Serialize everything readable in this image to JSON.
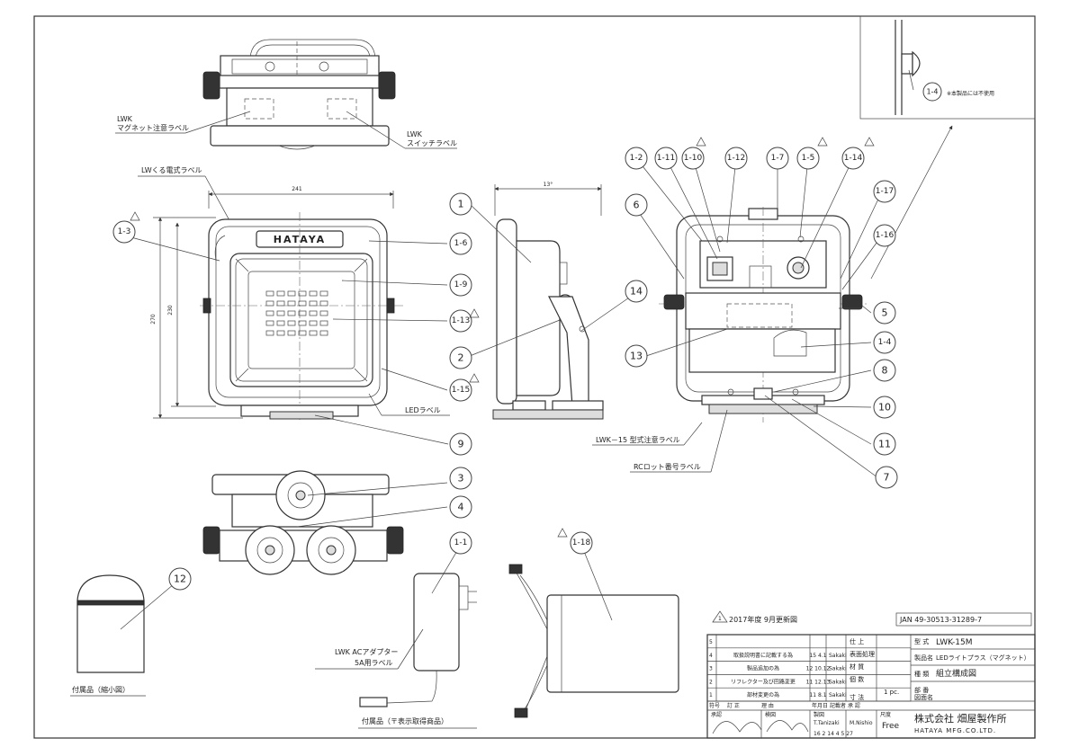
{
  "callouts": [
    "1",
    "2",
    "3",
    "4",
    "5",
    "6",
    "7",
    "8",
    "9",
    "10",
    "11",
    "12",
    "13",
    "14",
    "1-1",
    "1-2",
    "1-3",
    "1-4",
    "1-5",
    "1-6",
    "1-7",
    "1-9",
    "1-10",
    "1-11",
    "1-12",
    "1-13",
    "1-14",
    "1-15",
    "1-16",
    "1-17",
    "1-18"
  ],
  "labels": {
    "lwk_magnet_label_1": "LWK",
    "lwk_magnet_label_2": "マグネット注意ラベル",
    "lwk_switch_label_1": "LWK",
    "lwk_switch_label_2": "スイッチラベル",
    "lw_rating_label": "LWくる電式ラベル",
    "led_label": "LEDラベル",
    "lwk15_caution_label": "LWK－15 型式注意ラベル",
    "rc_lot_label": "RCロット番号ラベル",
    "adapter_label_1": "LWK ACアダプター",
    "adapter_label_2": "5A用ラベル",
    "accessory_reduced": "付属品（縮小図）",
    "accessory_pse": "付属品（〒表示取得商品）",
    "not_used_note": "※本製品には不使用",
    "logo_text": "HATAYA"
  },
  "dimensions": {
    "width": "241",
    "height_outer": "270",
    "height_inner": "230",
    "depth": "13°"
  },
  "revision_note": "2017年度 9月更新図",
  "jan_code": "JAN  49-30513-31289-7",
  "title_block": {
    "model_label": "型 式",
    "model_value": "LWK-15M",
    "product_label": "製品名",
    "product_value": "LEDライトプラス（マグネット）",
    "type_label": "種 類",
    "type_value": "組立構成図",
    "part_no_label": "部 番",
    "drawing_no_label": "図面名",
    "finish_label": "仕 上",
    "surface_label": "表面処理",
    "material_label": "材 質",
    "quantity_label": "個 数",
    "quantity_value": "1 pc.",
    "dimension_label": "寸 法",
    "scale_label": "尺度",
    "scale_value": "Free",
    "company_jp": "株式会社 畑屋製作所",
    "company_en": "HATAYA MFG.CO.LTD.",
    "drawn_label": "製図",
    "drawn_value": "T.Tanizaki",
    "checked_label": "検図",
    "approved_label": "承認",
    "checked_value": "M.Nishio",
    "date_value": "16  2  14  4  5  27",
    "header_row": [
      "符号",
      "訂 正",
      "理 由",
      "年月日",
      "記載者",
      "承 認"
    ],
    "revisions": [
      {
        "mark": "5",
        "text": "",
        "date": "",
        "by": "",
        "approver": ""
      },
      {
        "mark": "4",
        "text": "取扱説明書に記載する為",
        "date": "15 4.1",
        "by": "Sakaki",
        "approver": ""
      },
      {
        "mark": "3",
        "text": "製品追加の為",
        "date": "12 10.12",
        "by": "Sakaki",
        "approver": ""
      },
      {
        "mark": "2",
        "text": "リフレクター及び回路変更",
        "date": "11 12.13",
        "by": "Sakaki",
        "approver": ""
      },
      {
        "mark": "1",
        "text": "部材変更の為",
        "date": "11 8.1",
        "by": "Sakaki",
        "approver": ""
      }
    ]
  }
}
